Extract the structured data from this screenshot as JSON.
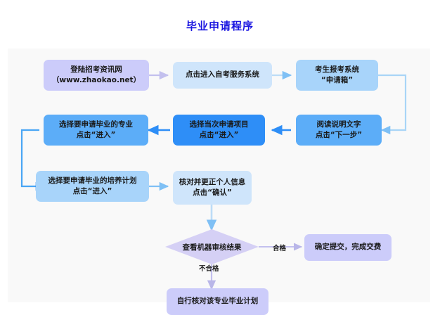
{
  "page": {
    "title": "毕业申请程序",
    "title_color": "#1a15e0",
    "canvas_bg": "#f9f9f9"
  },
  "palette": {
    "lavender": "#ccccfa",
    "pale_blue": "#cfe5fb",
    "light_blue": "#a8d4fa",
    "mid_blue": "#79bcfa",
    "vivid_blue": "#2e8ef7",
    "diamond_fill": "#d5d0f5",
    "arrow_lavender": "#c3c0ee",
    "arrow_blue": "#7fc0f5",
    "arrow_vivid": "#2e8ef7"
  },
  "nodes": {
    "n1": {
      "label": "登陆招考资讯网\n（www.zhaokao.net）",
      "color": "#ccccfa"
    },
    "n2": {
      "label": "点击进入自考服务系统",
      "color": "#cfe5fb"
    },
    "n3": {
      "label": "考生报考系统\n“申请箱”",
      "color": "#a8d4fa"
    },
    "n4": {
      "label": "阅读说明文字\n点击“下一步”",
      "color": "#5cadf8"
    },
    "n5": {
      "label": "选择当次申请项目\n点击“进入”",
      "color": "#2e8ef7"
    },
    "n6": {
      "label": "选择要申请毕业的专业\n点击“进入”",
      "color": "#5cadf8"
    },
    "n7": {
      "label": "选择要申请毕业的培养计划\n点击“进入”",
      "color": "#a8d4fa"
    },
    "n8": {
      "label": "核对并更正个人信息\n点击“确认”",
      "color": "#cfe5fb"
    },
    "n9": {
      "label": "查看机器审核结果",
      "color": "#d5d0f5"
    },
    "n10": {
      "label": "确定提交，完成交费",
      "color": "#ccccfa"
    },
    "n11": {
      "label": "自行核对该专业毕业计划",
      "color": "#ccccfa"
    }
  },
  "edge_labels": {
    "pass": "合格",
    "fail": "不合格"
  }
}
